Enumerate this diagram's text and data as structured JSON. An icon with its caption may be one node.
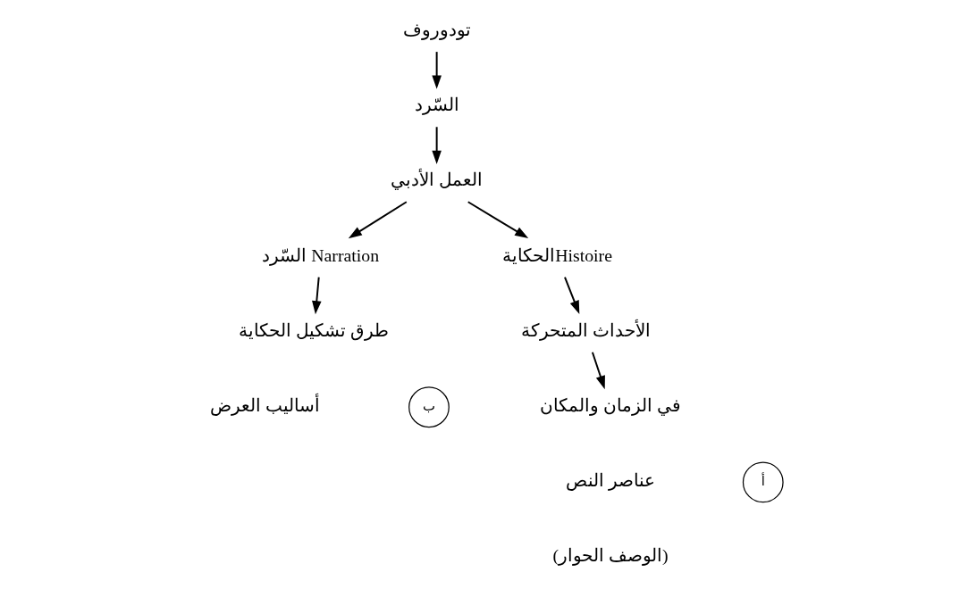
{
  "diagram": {
    "nodes": [
      {
        "text": [
          "تودوروف"
        ]
      },
      {
        "text": [
          "السّرد"
        ]
      },
      {
        "text": [
          "العمل الأدبي"
        ]
      },
      {
        "text": [
          "السّرد Narration"
        ]
      },
      {
        "text": [
          "الحكايةHistoire"
        ]
      },
      {
        "text": [
          "طرق تشكيل الحكاية"
        ]
      },
      {
        "text": [
          "أساليب العرض"
        ]
      },
      {
        "text": [
          "ب"
        ]
      },
      {
        "text": [
          "الأحداث المتحركة"
        ]
      },
      {
        "text": [
          "في الزمان والمكان"
        ]
      },
      {
        "text": [
          "عناصر النص"
        ]
      },
      {
        "text": [
          "(الوصف الحوار)"
        ]
      },
      {
        "text": [
          "أ"
        ]
      }
    ],
    "edges": [
      {
        "from": 0,
        "to": 1,
        "arrow": "to"
      },
      {
        "from": 1,
        "to": 2,
        "arrow": "to"
      },
      {
        "from": 2,
        "to": 3,
        "arrow": "to"
      },
      {
        "from": 2,
        "to": 4,
        "arrow": "to"
      },
      {
        "from": 3,
        "to": 5,
        "arrow": "to"
      },
      {
        "from": 4,
        "to": 8,
        "arrow": "to"
      },
      {
        "from": 8,
        "to": 9,
        "arrow": "to"
      }
    ]
  }
}
